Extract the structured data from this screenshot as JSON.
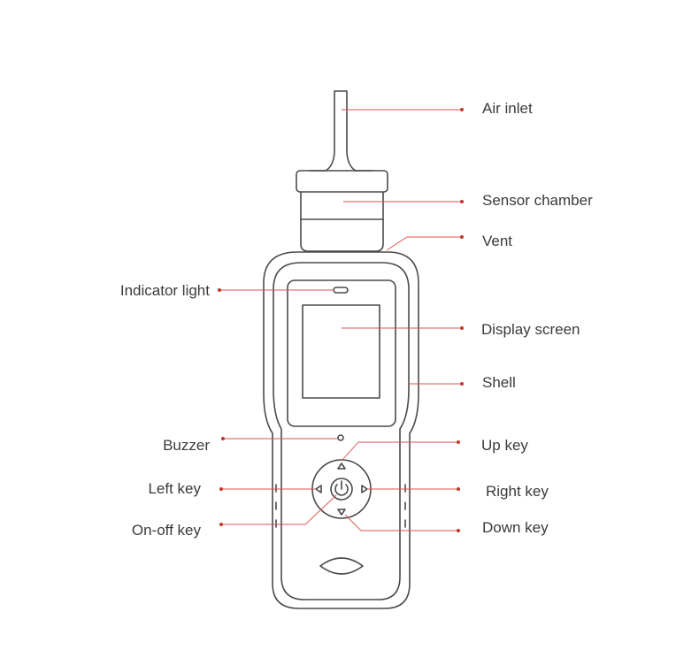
{
  "labels": {
    "air_inlet": "Air inlet",
    "sensor_chamber": "Sensor chamber",
    "vent": "Vent",
    "indicator_light": "Indicator light",
    "display_screen": "Display screen",
    "shell": "Shell",
    "buzzer": "Buzzer",
    "up_key": "Up key",
    "left_key": "Left key",
    "right_key": "Right key",
    "on_off_key": "On-off key",
    "down_key": "Down key"
  },
  "colors": {
    "outline": "#4a4a4a",
    "leader_line": "#d9534f",
    "leader_dot": "#c0392b",
    "text": "#3a3a3a"
  }
}
